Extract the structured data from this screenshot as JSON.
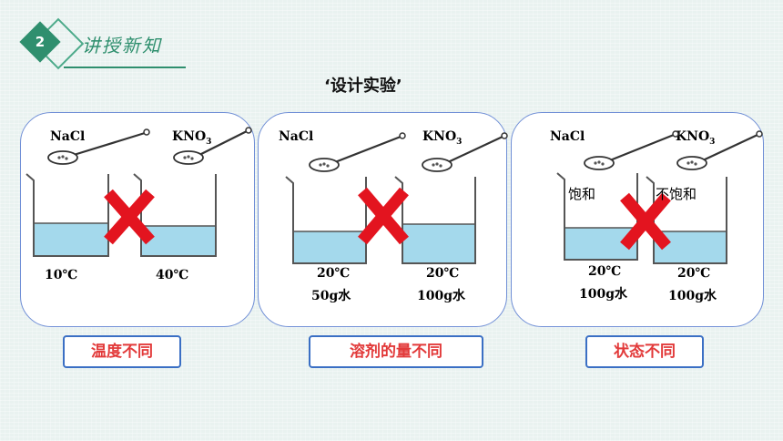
{
  "header": {
    "badge_number": "2",
    "title": "讲授新知"
  },
  "subtitle": "‘设计实验’",
  "panels": [
    {
      "left_chem": "NaCl",
      "right_chem": "KNO",
      "right_sub": "3",
      "left_temp": "10℃",
      "right_temp": "40℃",
      "label": "温度不同"
    },
    {
      "left_chem": "NaCl",
      "right_chem": "KNO",
      "right_sub": "3",
      "left_temp": "20℃",
      "left_amount": "50g水",
      "right_temp": "20℃",
      "right_amount": "100g水",
      "label": "溶剂的量不同"
    },
    {
      "left_chem": "NaCl",
      "right_chem": "KNO",
      "right_sub": "3",
      "left_state": "饱和",
      "right_state": "不饱和",
      "left_temp": "20℃",
      "left_amount": "100g水",
      "right_temp": "20℃",
      "right_amount": "100g水",
      "label": "状态不同"
    }
  ],
  "colors": {
    "accent_green": "#2f8f6e",
    "cross_red": "#e3141f",
    "water_blue": "#a4d9ec",
    "label_border": "#3a6fc4",
    "label_text": "#e23a3a"
  },
  "icons": [
    "spoon-icon",
    "beaker-icon",
    "cross-icon"
  ]
}
